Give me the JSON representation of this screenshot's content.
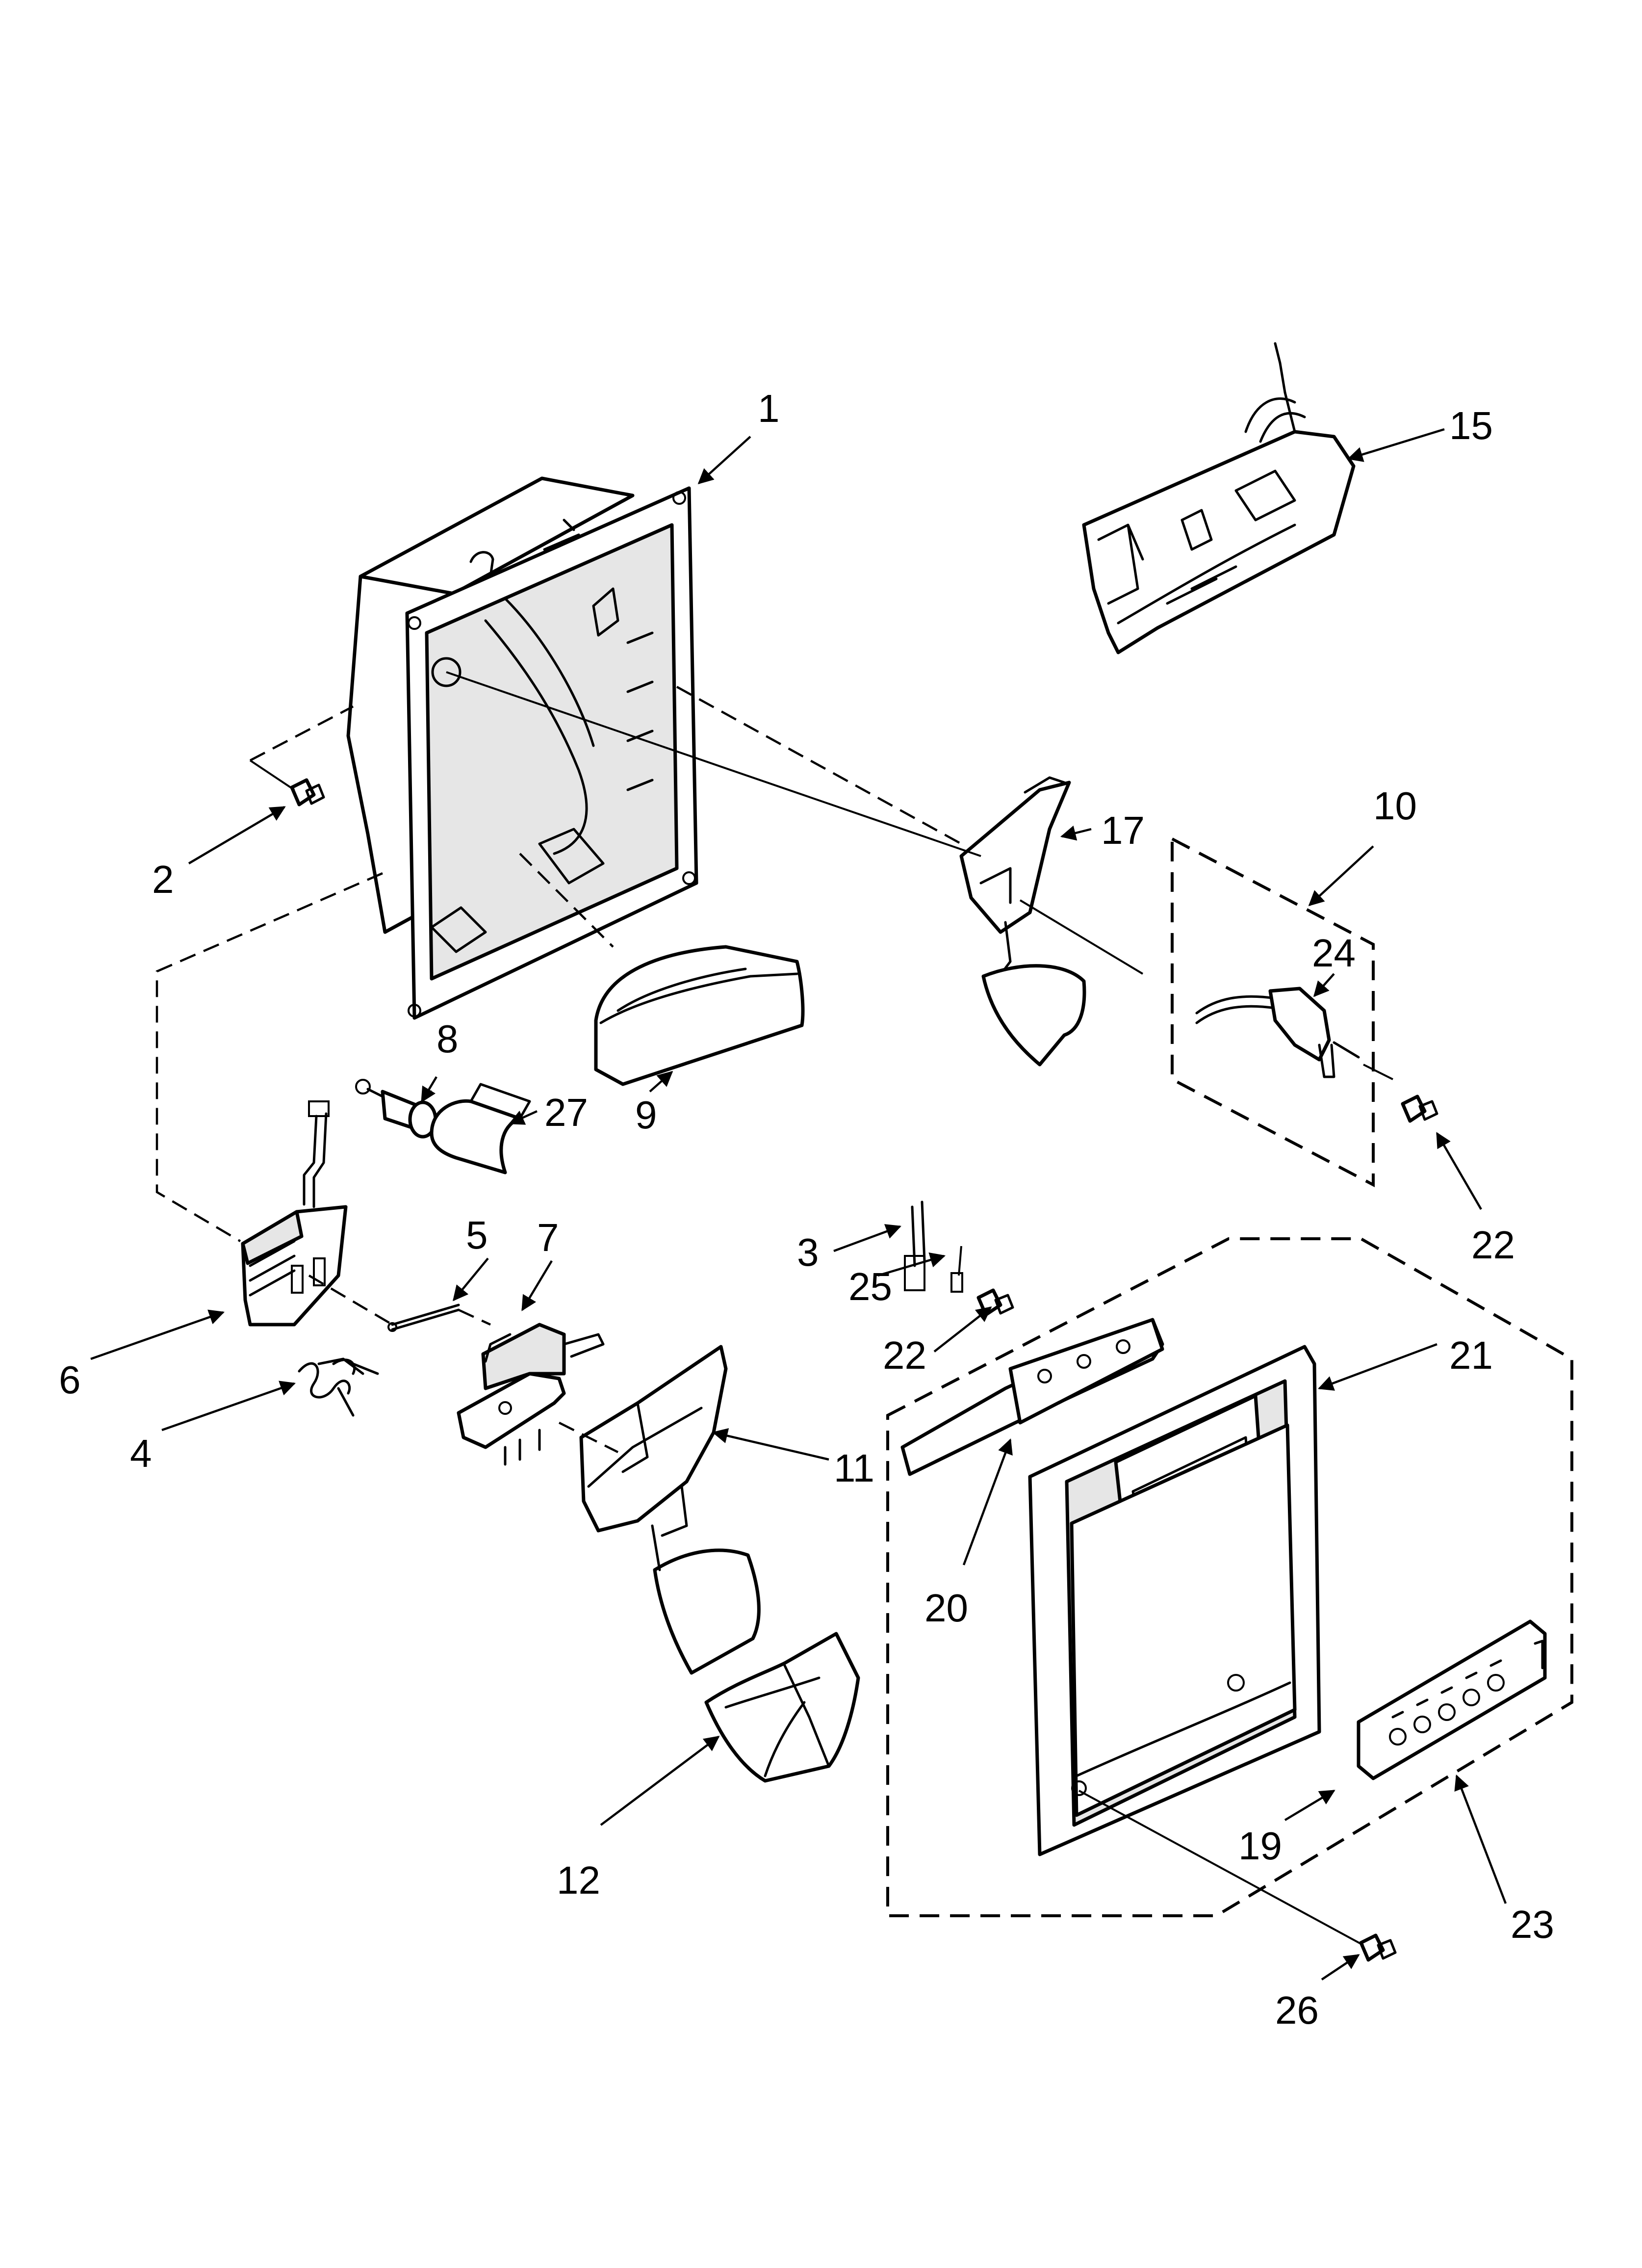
{
  "callouts": {
    "c1": "1",
    "c2": "2",
    "c3": "3",
    "c4": "4",
    "c5": "5",
    "c6": "6",
    "c7": "7",
    "c8": "8",
    "c9": "9",
    "c10": "10",
    "c11": "11",
    "c12": "12",
    "c15": "15",
    "c17": "17",
    "c19": "19",
    "c20": "20",
    "c21": "21",
    "c22a": "22",
    "c22b": "22",
    "c23": "23",
    "c24": "24",
    "c25": "25",
    "c26": "26",
    "c27": "27"
  },
  "colors": {
    "line": "#000000",
    "background": "#ffffff",
    "shade": "#e6e6e6"
  }
}
